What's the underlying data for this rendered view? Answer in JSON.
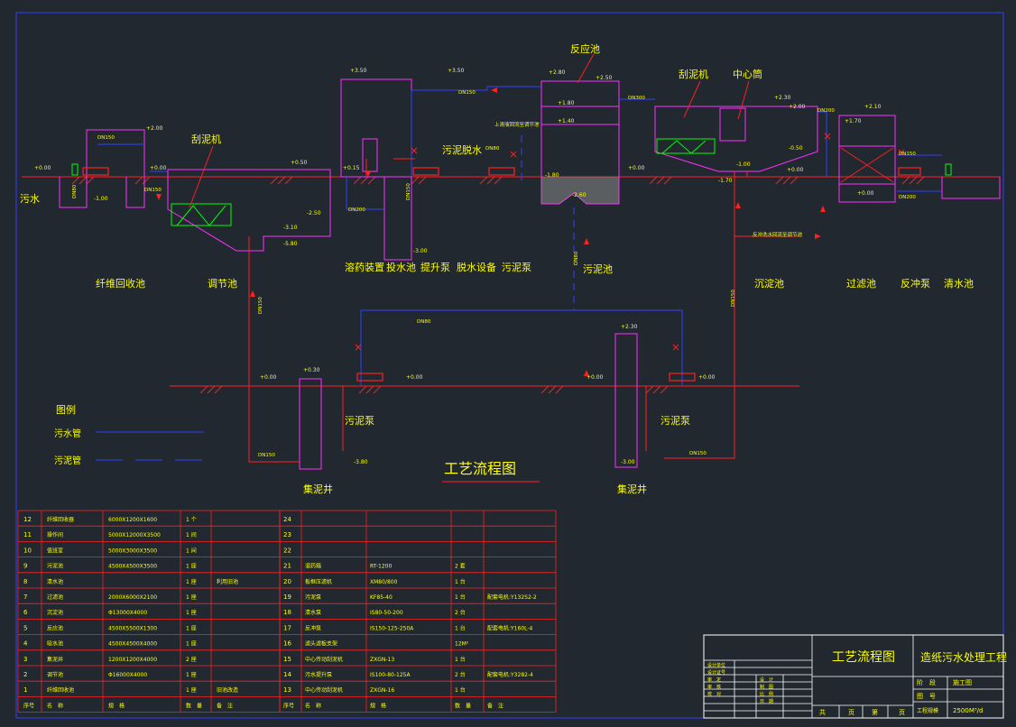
{
  "title": "工艺流程图",
  "colors": {
    "background": "#212830",
    "ground": "#ff2020",
    "structure": "#ff30ff",
    "sewage_pipe": "#3040ff",
    "sludge_pipe": "#ff2020",
    "label": "#ffff00",
    "dimension": "#ffffff",
    "equipment": "#00ff00",
    "frame": "#ffffff"
  },
  "elevations": [
    "+0.00",
    "+2.00",
    "-1.00",
    "+0.00",
    "+0.50",
    "-2.50",
    "-3.10",
    "-5.80",
    "+3.50",
    "+3.50",
    "+0.15",
    "-3.00",
    "+2.80",
    "+2.50",
    "+1.80",
    "+1.40",
    "-1.80",
    "-2.60",
    "+0.00",
    "+2.30",
    "+2.00",
    "-0.50",
    "-1.00",
    "+0.00",
    "-1.70",
    "+2.10",
    "+1.70",
    "+0.00",
    "+0.00",
    "+0.30",
    "+0.00",
    "-3.80",
    "+2.30",
    "+0.00",
    "+0.00",
    "-3.00"
  ],
  "pipe_labels": [
    "DN150",
    "DN80",
    "DN150",
    "DN200",
    "DN150",
    "DN150",
    "DN80",
    "DN300",
    "DN200",
    "DN150",
    "DN200",
    "DN150",
    "DN80",
    "DN150",
    "DN80",
    "DN150",
    "DN150"
  ],
  "side_labels": {
    "sewage_in": "污水",
    "sludge_water": "污泥脱水",
    "reaction_pool": "反应池",
    "scraper": "刮泥机",
    "central_drum": "中心筒",
    "scraper_2": "刮泥机",
    "upper_lamella": "上清液回流至调节池",
    "backwash": "反冲洗水回流至调节池"
  },
  "unit_labels": [
    "纤维回收池",
    "调节池",
    "溶药装置",
    "投水池",
    "提升泵",
    "脱水设备",
    "污泥泵",
    "污泥池",
    "沉淀池",
    "过滤池",
    "反冲泵",
    "清水池",
    "污泥泵",
    "污泥泵",
    "集泥井",
    "集泥井"
  ],
  "legend": {
    "title": "图例",
    "items": [
      "污水管",
      "污泥管"
    ]
  },
  "drawing_title": "工艺流程图",
  "bom": {
    "header_left": [
      "序号",
      "名　称",
      "规　格",
      "数　量",
      "备　注"
    ],
    "header_right": [
      "序号",
      "名　称",
      "规　格",
      "数　量",
      "备　注"
    ],
    "left_rows": [
      [
        "12",
        "纤维回收器",
        "6000X1200X1600",
        "1 个",
        ""
      ],
      [
        "11",
        "操作间",
        "5000X12000X3500",
        "1 间",
        ""
      ],
      [
        "10",
        "值班室",
        "5000X3000X3500",
        "1 间",
        ""
      ],
      [
        "9",
        "污泥池",
        "4500X4500X3500",
        "1 座",
        ""
      ],
      [
        "8",
        "清水池",
        "",
        "1 座",
        "利用旧池"
      ],
      [
        "7",
        "过滤池",
        "2000X6000X2100",
        "1 座",
        ""
      ],
      [
        "6",
        "沉淀池",
        "Φ13000X4000",
        "1 座",
        ""
      ],
      [
        "5",
        "反应池",
        "4500X5500X1300",
        "1 座",
        ""
      ],
      [
        "4",
        "吸水池",
        "4500X4500X4000",
        "1 座",
        ""
      ],
      [
        "3",
        "集泥井",
        "1200X1200X4000",
        "2 座",
        ""
      ],
      [
        "2",
        "调节池",
        "Φ16000X4000",
        "1 座",
        ""
      ],
      [
        "1",
        "纤维回收池",
        "",
        "1 座",
        "旧池改造"
      ]
    ],
    "right_rows": [
      [
        "24",
        "",
        "",
        "",
        ""
      ],
      [
        "23",
        "",
        "",
        "",
        ""
      ],
      [
        "22",
        "",
        "",
        "",
        ""
      ],
      [
        "21",
        "溶药箱",
        "RT-1200",
        "2 套",
        ""
      ],
      [
        "20",
        "板框压滤机",
        "XM80/800",
        "1 台",
        ""
      ],
      [
        "19",
        "污泥泵",
        "KF85-40",
        "1 台",
        "配套电机:Y132S2-2"
      ],
      [
        "18",
        "清水泵",
        "IS80-50-200",
        "2 台",
        ""
      ],
      [
        "17",
        "反冲泵",
        "IS150-125-250A",
        "1 台",
        "配套电机:Y160L-4"
      ],
      [
        "16",
        "滤头滤板支架",
        "",
        "12M²",
        ""
      ],
      [
        "15",
        "中心传动刮泥机",
        "ZXGN-13",
        "1 台",
        ""
      ],
      [
        "14",
        "污水提升泵",
        "IS100-80-125A",
        "2 台",
        "配套电机:Y3282-4"
      ],
      [
        "13",
        "中心传动刮泥机",
        "ZXGN-16",
        "1 台",
        ""
      ]
    ]
  },
  "title_block": {
    "drawing_name": "工艺流程图",
    "project_name": "造纸污水处理工程",
    "sign_rows": [
      "设计单位",
      "设计证号",
      "审　定",
      "审　核",
      "校　对"
    ],
    "sign_right": [
      "设　计",
      "制　图",
      "比　例",
      "日　期"
    ],
    "stage_label": "阶　段",
    "stage_value": "施工图",
    "drawing_no_label": "图　号",
    "project_scale_label": "工程规模",
    "project_scale_value": "2500M³/d",
    "sheet_labels": [
      "共",
      "页",
      "第",
      "页"
    ]
  }
}
